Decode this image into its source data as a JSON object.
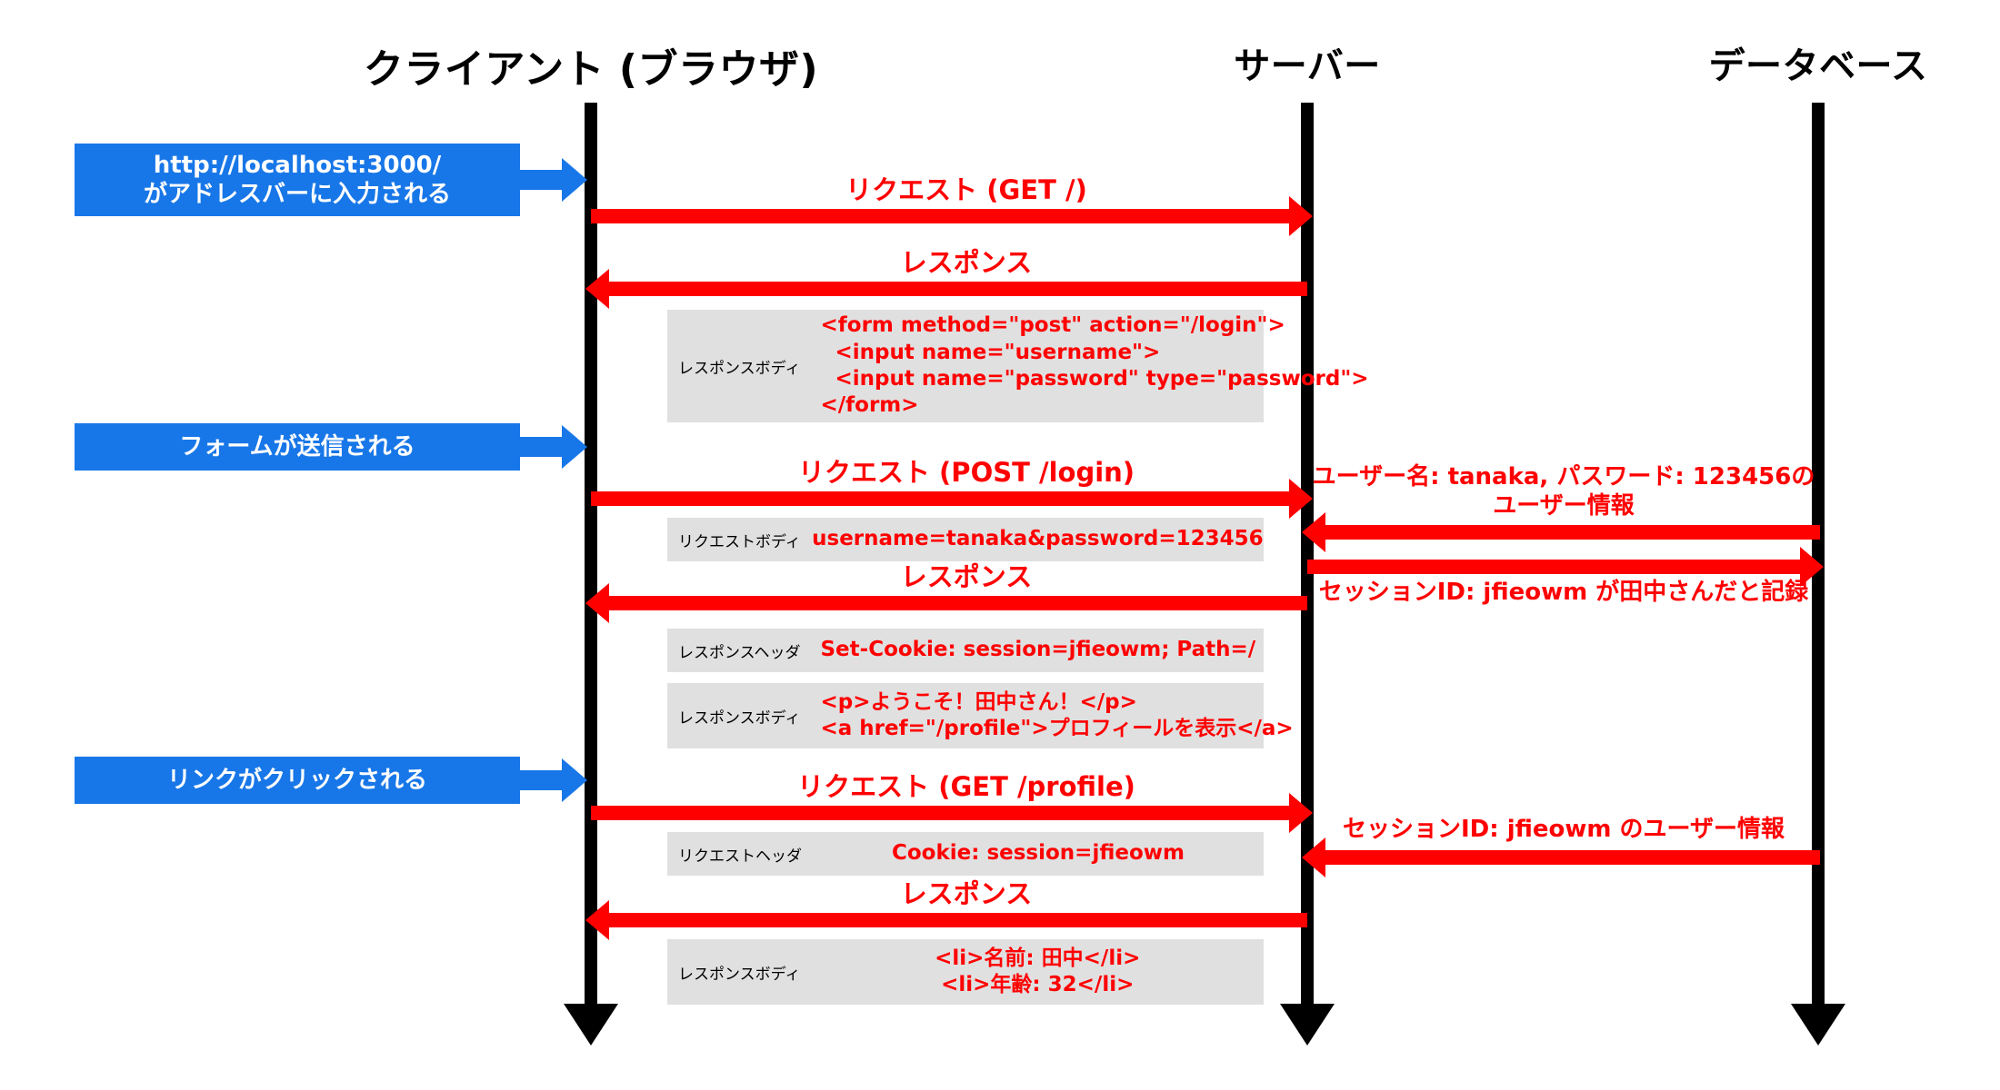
{
  "diagram": {
    "type": "sequence-diagram",
    "colors": {
      "actor_line": "#000000",
      "message": "#FF0000",
      "user_event": "#1877E8",
      "note_background": "#E0E0E0",
      "background": "#FFFFFF"
    }
  },
  "actors": [
    {
      "id": "client",
      "label": "クライアント (ブラウザ)"
    },
    {
      "id": "server",
      "label": "サーバー"
    },
    {
      "id": "database",
      "label": "データベース"
    }
  ],
  "user_events": [
    {
      "id": "url-typed",
      "label_line1": "http://localhost:3000/",
      "label_line2": "がアドレスバーに入力される"
    },
    {
      "id": "form-submit",
      "label_line1": "フォームが送信される",
      "label_line2": ""
    },
    {
      "id": "link-clicked",
      "label_line1": "リンクがクリックされる",
      "label_line2": ""
    }
  ],
  "messages": [
    {
      "id": "req-get-root",
      "label": "リクエスト (GET /)",
      "from": "client",
      "to": "server",
      "direction": "right"
    },
    {
      "id": "res-root",
      "label": "レスポンス",
      "from": "server",
      "to": "client",
      "direction": "left"
    },
    {
      "id": "req-post-login",
      "label": "リクエスト (POST /login)",
      "from": "client",
      "to": "server",
      "direction": "right"
    },
    {
      "id": "db-user-lookup",
      "label_line1": "ユーザー名: tanaka, パスワード: 123456の",
      "label_line2": "ユーザー情報",
      "from": "database",
      "to": "server",
      "direction": "left"
    },
    {
      "id": "db-session-store",
      "label": "セッションID: jfieowm が田中さんだと記録",
      "from": "server",
      "to": "database",
      "direction": "right"
    },
    {
      "id": "res-login",
      "label": "レスポンス",
      "from": "server",
      "to": "client",
      "direction": "left"
    },
    {
      "id": "req-get-profile",
      "label": "リクエスト (GET /profile)",
      "from": "client",
      "to": "server",
      "direction": "right"
    },
    {
      "id": "db-session-lookup",
      "label": "セッションID: jfieowm のユーザー情報",
      "from": "database",
      "to": "server",
      "direction": "left"
    },
    {
      "id": "res-profile",
      "label": "レスポンス",
      "from": "server",
      "to": "client",
      "direction": "left"
    }
  ],
  "notes": [
    {
      "id": "note-response-body-form",
      "kind": "レスポンスボディ",
      "code": "<form method=\"post\" action=\"/login\">\n  <input name=\"username\">\n  <input name=\"password\" type=\"password\">\n</form>"
    },
    {
      "id": "note-request-body-login",
      "kind": "リクエストボディ",
      "code": "username=tanaka&password=123456"
    },
    {
      "id": "note-response-header-cookie",
      "kind": "レスポンスヘッダ",
      "code": "Set-Cookie: session=jfieowm; Path=/"
    },
    {
      "id": "note-response-body-welcome",
      "kind": "レスポンスボディ",
      "code": "<p>ようこそ！田中さん！</p>\n<a href=\"/profile\">プロフィールを表示</a>"
    },
    {
      "id": "note-request-header-cookie",
      "kind": "リクエストヘッダ",
      "code": "Cookie: session=jfieowm"
    },
    {
      "id": "note-response-body-profile",
      "kind": "レスポンスボディ",
      "code": "<li>名前: 田中</li>\n<li>年齢: 32</li>"
    }
  ]
}
